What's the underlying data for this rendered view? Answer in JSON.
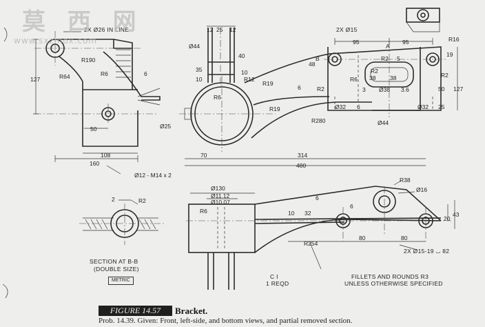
{
  "watermark": {
    "text": "莫 西 网",
    "url": "www.sxzmox.com"
  },
  "figure": {
    "label": "FIGURE 14.57",
    "title": "Bracket.",
    "caption": "Prob. 14.39. Given: Front, left-side, and bottom views, and partial removed section."
  },
  "notes": {
    "in_line": "2X Ø26 IN LINE",
    "section_title": "SECTION AT B-B",
    "section_sub": "(DOUBLE SIZE)",
    "metric": "METRIC",
    "material": "C I",
    "required": "1 REQD",
    "fillets_1": "FILLETS AND ROUNDS R3",
    "fillets_2": "UNLESS OTHERWISE SPECIFIED",
    "holes_top": "2X Ø15",
    "holes_bottom": "2X Ø15-19 ⌴ 82",
    "tapped": "Ø12 - M14 x 2",
    "section_a": "A",
    "section_b": "B"
  },
  "dims": {
    "d_r190": "R190",
    "d_r64": "R64",
    "d_r6a": "R6",
    "d_6a": "6",
    "d_127a": "127",
    "d_50": "50",
    "d_108": "108",
    "d_160": "160",
    "d_25a": "25",
    "d_12a": "12",
    "d_12b": "12",
    "d_44a": "Ø44",
    "d_40": "40",
    "d_35": "35",
    "d_10a": "10",
    "d_10b": "10",
    "d_r12": "R12",
    "d_r19a": "R19",
    "d_r19b": "R19",
    "d_r6b": "R6",
    "d_25b": "Ø25",
    "d_70": "70",
    "d_314": "314",
    "d_480": "480",
    "d_r280": "R280",
    "d_44b": "Ø44",
    "d_6b": "6",
    "d_95a": "95",
    "d_95b": "95",
    "d_r16a": "R16",
    "d_19": "19",
    "d_48": "48",
    "d_r2a": "R2",
    "d_5": "5",
    "d_r2b": "R2",
    "d_38a": "38",
    "d_38b": "38",
    "d_r6c": "R6",
    "d_38c": "Ø38",
    "d_3": "3",
    "d_36": "3.6",
    "d_r2c": "R2",
    "d_6c": "6",
    "d_32a": "Ø32",
    "d_32b": "Ø32",
    "d_50b": "50",
    "d_127b": "127",
    "d_25c": "25",
    "d_r2d": "R2",
    "d_130": "Ø130",
    "d_1112": "Ø11.12",
    "d_1007": "Ø10.07",
    "d_r6d": "R6",
    "d_6d": "6",
    "d_6e": "6",
    "d_10c": "10",
    "d_32c": "32",
    "d_r254": "R254",
    "d_r38": "R38",
    "d_16": "Ø16",
    "d_80a": "80",
    "d_80b": "80",
    "d_43": "43",
    "d_20": "20",
    "d_2": "2"
  }
}
